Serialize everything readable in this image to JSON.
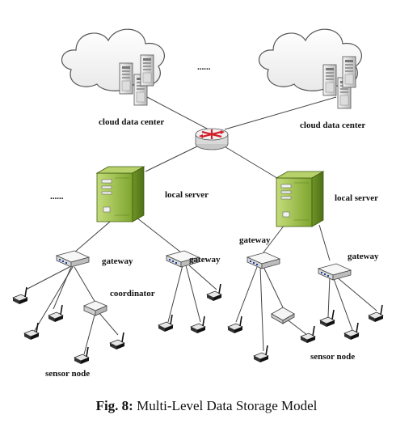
{
  "labels": {
    "cloud_left": "cloud data center",
    "cloud_right": "cloud data center",
    "ellipsis_top": "......",
    "ellipsis_left": "......",
    "local_server_left": "local server",
    "local_server_right": "local server",
    "gateway_1": "gateway",
    "gateway_2": "gateway",
    "gateway_3": "gateway",
    "gateway_4": "gateway",
    "coordinator": "coordinator",
    "sensor_node_left": "sensor node",
    "sensor_node_right": "sensor node"
  },
  "caption": {
    "prefix": "Fig. 8:",
    "text": "Multi-Level Data Storage Model"
  },
  "colors": {
    "server_green": "#8fb33a",
    "router_red": "#d2202a",
    "line": "#444444"
  }
}
